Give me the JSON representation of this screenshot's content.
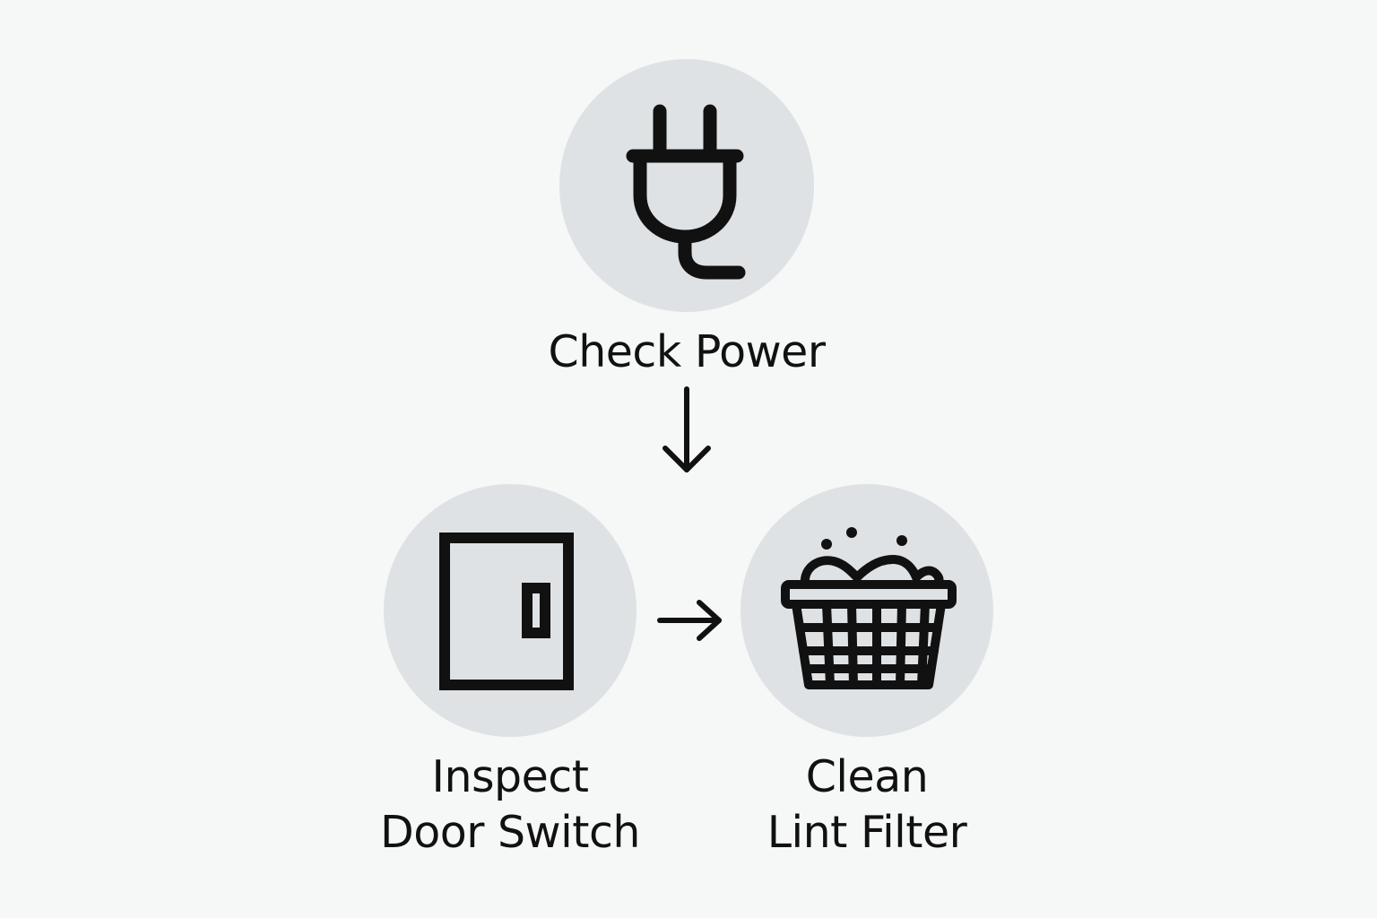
{
  "diagram": {
    "nodes": [
      {
        "id": "power",
        "icon": "plug-icon",
        "label_lines": [
          "Check Power"
        ]
      },
      {
        "id": "door",
        "icon": "door-switch-icon",
        "label_lines": [
          "Inspect",
          "Door Switch"
        ]
      },
      {
        "id": "lint",
        "icon": "laundry-basket-icon",
        "label_lines": [
          "Clean",
          "Lint Filter"
        ]
      }
    ],
    "edges": [
      {
        "from": "power",
        "to": "door",
        "direction": "down"
      },
      {
        "from": "door",
        "to": "lint",
        "direction": "right"
      }
    ],
    "colors": {
      "background": "#f6f7f7",
      "circle_fill": "#dfe2e4",
      "stroke": "#111111"
    }
  }
}
